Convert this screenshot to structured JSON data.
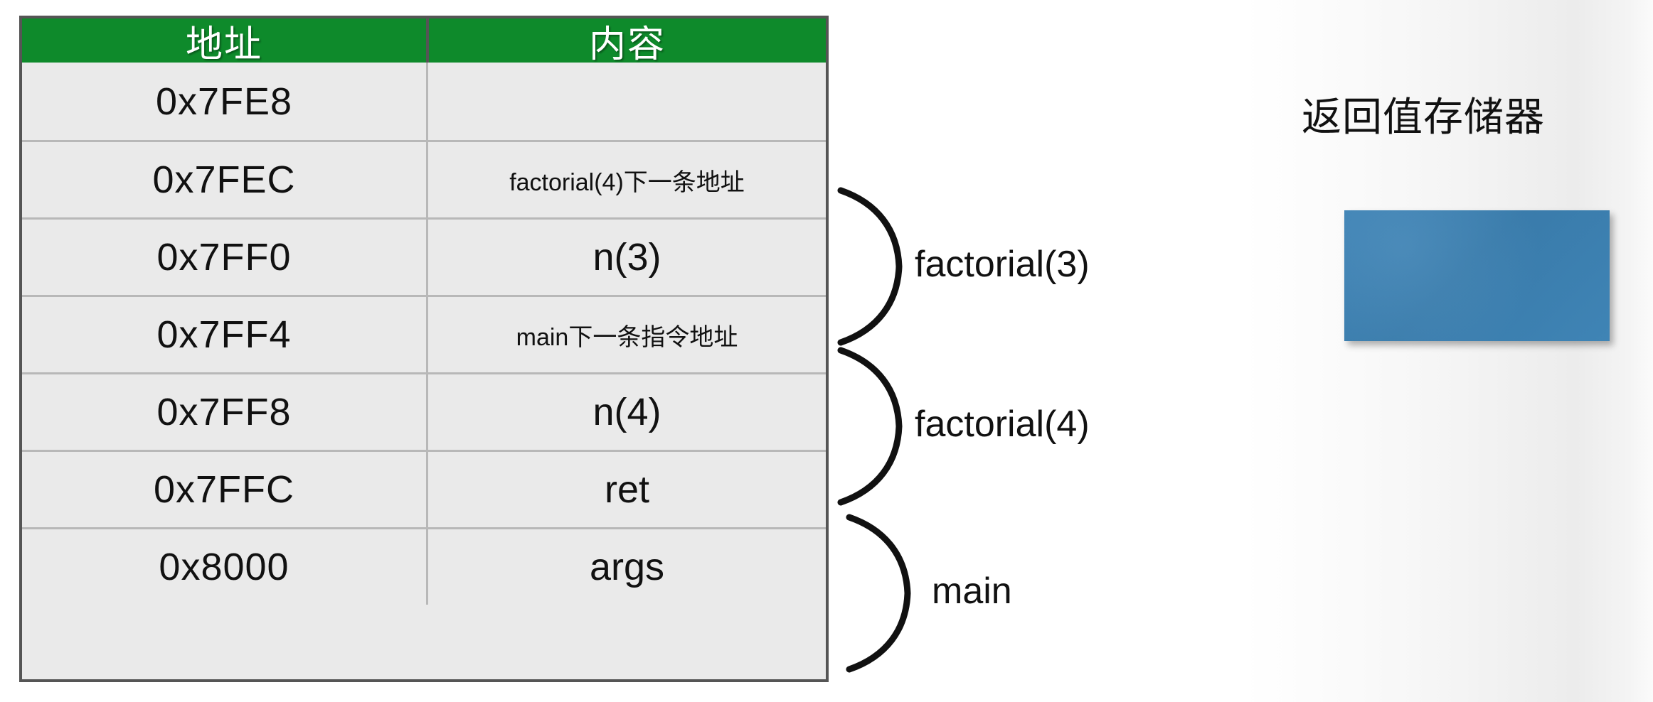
{
  "colors": {
    "header_green": "#0E8A2B",
    "cell_gray": "#EAEAEA",
    "border_dark": "#555555",
    "border_light": "#b8b8b8",
    "return_box_blue": "#3D82B4",
    "text_black": "#111111"
  },
  "table": {
    "headers": [
      "地址",
      "内容"
    ],
    "rows": [
      {
        "address": "0x7FE8",
        "content": "",
        "content_small": false
      },
      {
        "address": "0x7FEC",
        "content": "factorial(4)下一条地址",
        "content_small": true
      },
      {
        "address": "0x7FF0",
        "content": "n(3)",
        "content_small": false
      },
      {
        "address": "0x7FF4",
        "content": "main下一条指令地址",
        "content_small": true
      },
      {
        "address": "0x7FF8",
        "content": "n(4)",
        "content_small": false
      },
      {
        "address": "0x7FFC",
        "content": "ret",
        "content_small": false
      },
      {
        "address": "0x8000",
        "content": "args",
        "content_small": false
      }
    ]
  },
  "braces": [
    {
      "label": "factorial(3)",
      "name": "brace-factorial-3"
    },
    {
      "label": "factorial(4)",
      "name": "brace-factorial-4"
    },
    {
      "label": "main",
      "name": "brace-main"
    }
  ],
  "return_panel": {
    "title": "返回值存储器"
  }
}
